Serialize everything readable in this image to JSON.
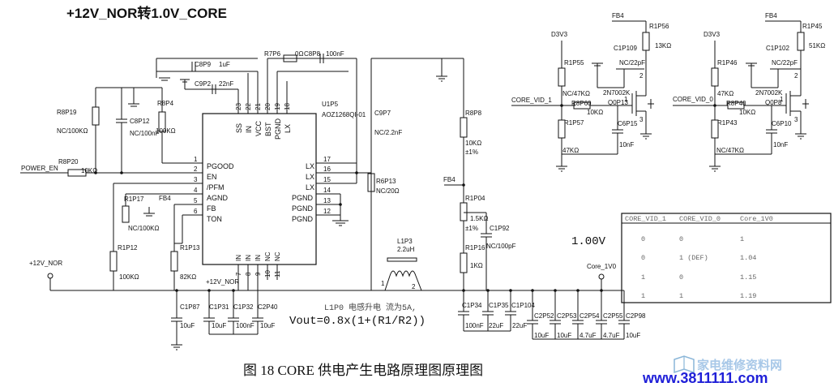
{
  "title": "+12V_NOR转1.0V_CORE",
  "caption": "图 18    CORE 供电产生电路原理图原理图",
  "watermark": {
    "site": "家电维修资料网",
    "url": "www.3811111.com"
  },
  "ic": {
    "ref": "U1P5",
    "part": "AOZ1268QI-01",
    "left_pins": [
      {
        "num": "1",
        "name": "PGOOD"
      },
      {
        "num": "2",
        "name": "EN"
      },
      {
        "num": "3",
        "name": "/PFM"
      },
      {
        "num": "4",
        "name": "AGND"
      },
      {
        "num": "5",
        "name": "FB"
      },
      {
        "num": "6",
        "name": "TON"
      }
    ],
    "right_pins": [
      {
        "num": "17",
        "name": "LX"
      },
      {
        "num": "16",
        "name": "LX"
      },
      {
        "num": "15",
        "name": "LX"
      },
      {
        "num": "14",
        "name": "PGND"
      },
      {
        "num": "13",
        "name": "PGND"
      },
      {
        "num": "12",
        "name": "PGND"
      }
    ],
    "top_pins": [
      {
        "num": "23",
        "name": "SS"
      },
      {
        "num": "22",
        "name": "IN"
      },
      {
        "num": "21",
        "name": "VCC"
      },
      {
        "num": "20",
        "name": "BST"
      },
      {
        "num": "19",
        "name": "PGND"
      },
      {
        "num": "18",
        "name": "LX"
      }
    ],
    "bottom_pins": [
      "7",
      "8",
      "9",
      "10",
      "11"
    ],
    "bottom_marks": [
      "IN",
      "IN",
      "IN",
      "NC",
      "NC"
    ]
  },
  "nets": {
    "power_en": "POWER_EN",
    "v12": "+12V_NOR",
    "v12_bottom": "+12V_NOR",
    "fb4": "FB4",
    "d3v3": "D3V3",
    "core_vid_1": "CORE_VID_1",
    "core_vid_0": "CORE_VID_0",
    "core_1v0": "Core_1V0"
  },
  "components": {
    "c8p9": {
      "ref": "C8P9",
      "val": "1uF"
    },
    "c9p2": {
      "ref": "C9P2",
      "val": "22nF"
    },
    "r7p6": {
      "ref": "R7P6",
      "val": "0Ω"
    },
    "c8p8": {
      "ref": "C8P8",
      "val": "100nF"
    },
    "r8p19": {
      "ref": "R8P19",
      "val": "NC/100KΩ"
    },
    "c8p12": {
      "ref": "C8P12",
      "val": "NC/100nF"
    },
    "r8p4": {
      "ref": "R8P4",
      "val": "100KΩ"
    },
    "r8p20": {
      "ref": "R8P20",
      "val": "10KΩ"
    },
    "r1p17": {
      "ref": "R1P17",
      "val": "NC/100KΩ"
    },
    "r1p12": {
      "ref": "R1P12",
      "val": "100KΩ"
    },
    "r1p13": {
      "ref": "R1P13",
      "val": "82KΩ"
    },
    "c9p7": {
      "ref": "C9P7",
      "val": "NC/2.2nF"
    },
    "r6p13": {
      "ref": "R6P13",
      "val": "NC/20Ω"
    },
    "r8p8": {
      "ref": "R8P8",
      "val": "10KΩ",
      "tol": "±1%"
    },
    "r1p04": {
      "ref": "R1P04",
      "val": "1.5KΩ",
      "tol": "±1%"
    },
    "c1p92": {
      "ref": "C1P92",
      "val": "NC/100pF"
    },
    "r1p16": {
      "ref": "R1P16",
      "val": "1KΩ"
    },
    "l1p3": {
      "ref": "L1P3",
      "val": "2.2uH"
    },
    "c1p87": {
      "ref": "C1P87",
      "val": "10uF"
    },
    "c1p31": {
      "ref": "C1P31",
      "val": "10uF"
    },
    "c1p32": {
      "ref": "C1P32",
      "val": "100nF"
    },
    "c2p40": {
      "ref": "C2P40",
      "val": "10uF"
    },
    "c1p34": {
      "ref": "C1P34",
      "val": "100nF"
    },
    "c1p35": {
      "ref": "C1P35",
      "val": "22uF"
    },
    "c1p104": {
      "ref": "C1P104",
      "val": "22uF"
    },
    "c2p52": {
      "ref": "C2P52",
      "val": "10uF"
    },
    "c2p53": {
      "ref": "C2P53",
      "val": "10uF"
    },
    "c2p54": {
      "ref": "C2P54",
      "val": "4.7uF"
    },
    "c2p55": {
      "ref": "C2P55",
      "val": "4.7uF"
    },
    "c2p98": {
      "ref": "C2P98",
      "val": "10uF"
    },
    "r1p55": {
      "ref": "R1P55",
      "val": "NC/47KΩ"
    },
    "r1p57": {
      "ref": "R1P57",
      "val": "47KΩ"
    },
    "r8p60": {
      "ref": "R8P60",
      "val": "10KΩ"
    },
    "c1p109": {
      "ref": "C1P109",
      "val": "NC/22pF"
    },
    "q0p13": {
      "ref": "Q0P13",
      "val": "2N7002K"
    },
    "c6p15": {
      "ref": "C6P15",
      "val": "10nF"
    },
    "r1p56": {
      "ref": "R1P56",
      "val": "13KΩ"
    },
    "r1p46": {
      "ref": "R1P46",
      "val": "47KΩ"
    },
    "r1p43": {
      "ref": "R1P43",
      "val": "NC/47KΩ"
    },
    "r8p40": {
      "ref": "R8P40",
      "val": "10KΩ"
    },
    "c1p102": {
      "ref": "C1P102",
      "val": "NC/22pF"
    },
    "q0p8": {
      "ref": "Q0P8",
      "val": "2N7002K"
    },
    "c6p10": {
      "ref": "C6P10",
      "val": "10nF"
    },
    "r1p45": {
      "ref": "R1P45",
      "val": "51KΩ"
    }
  },
  "notes": {
    "inductor_note": "L1P0 电感升电 流为5A,",
    "formula": "Vout=0.8x(1+(R1/R2))",
    "voltage": "1.00V"
  },
  "vid_table": {
    "headers": [
      "CORE_VID_1",
      "CORE_VID_0",
      "Core_1V0"
    ],
    "rows": [
      [
        "0",
        "0",
        "1"
      ],
      [
        "0",
        "1 (DEF)",
        "1.04"
      ],
      [
        "1",
        "0",
        "1.15"
      ],
      [
        "1",
        "1",
        "1.19"
      ]
    ]
  }
}
